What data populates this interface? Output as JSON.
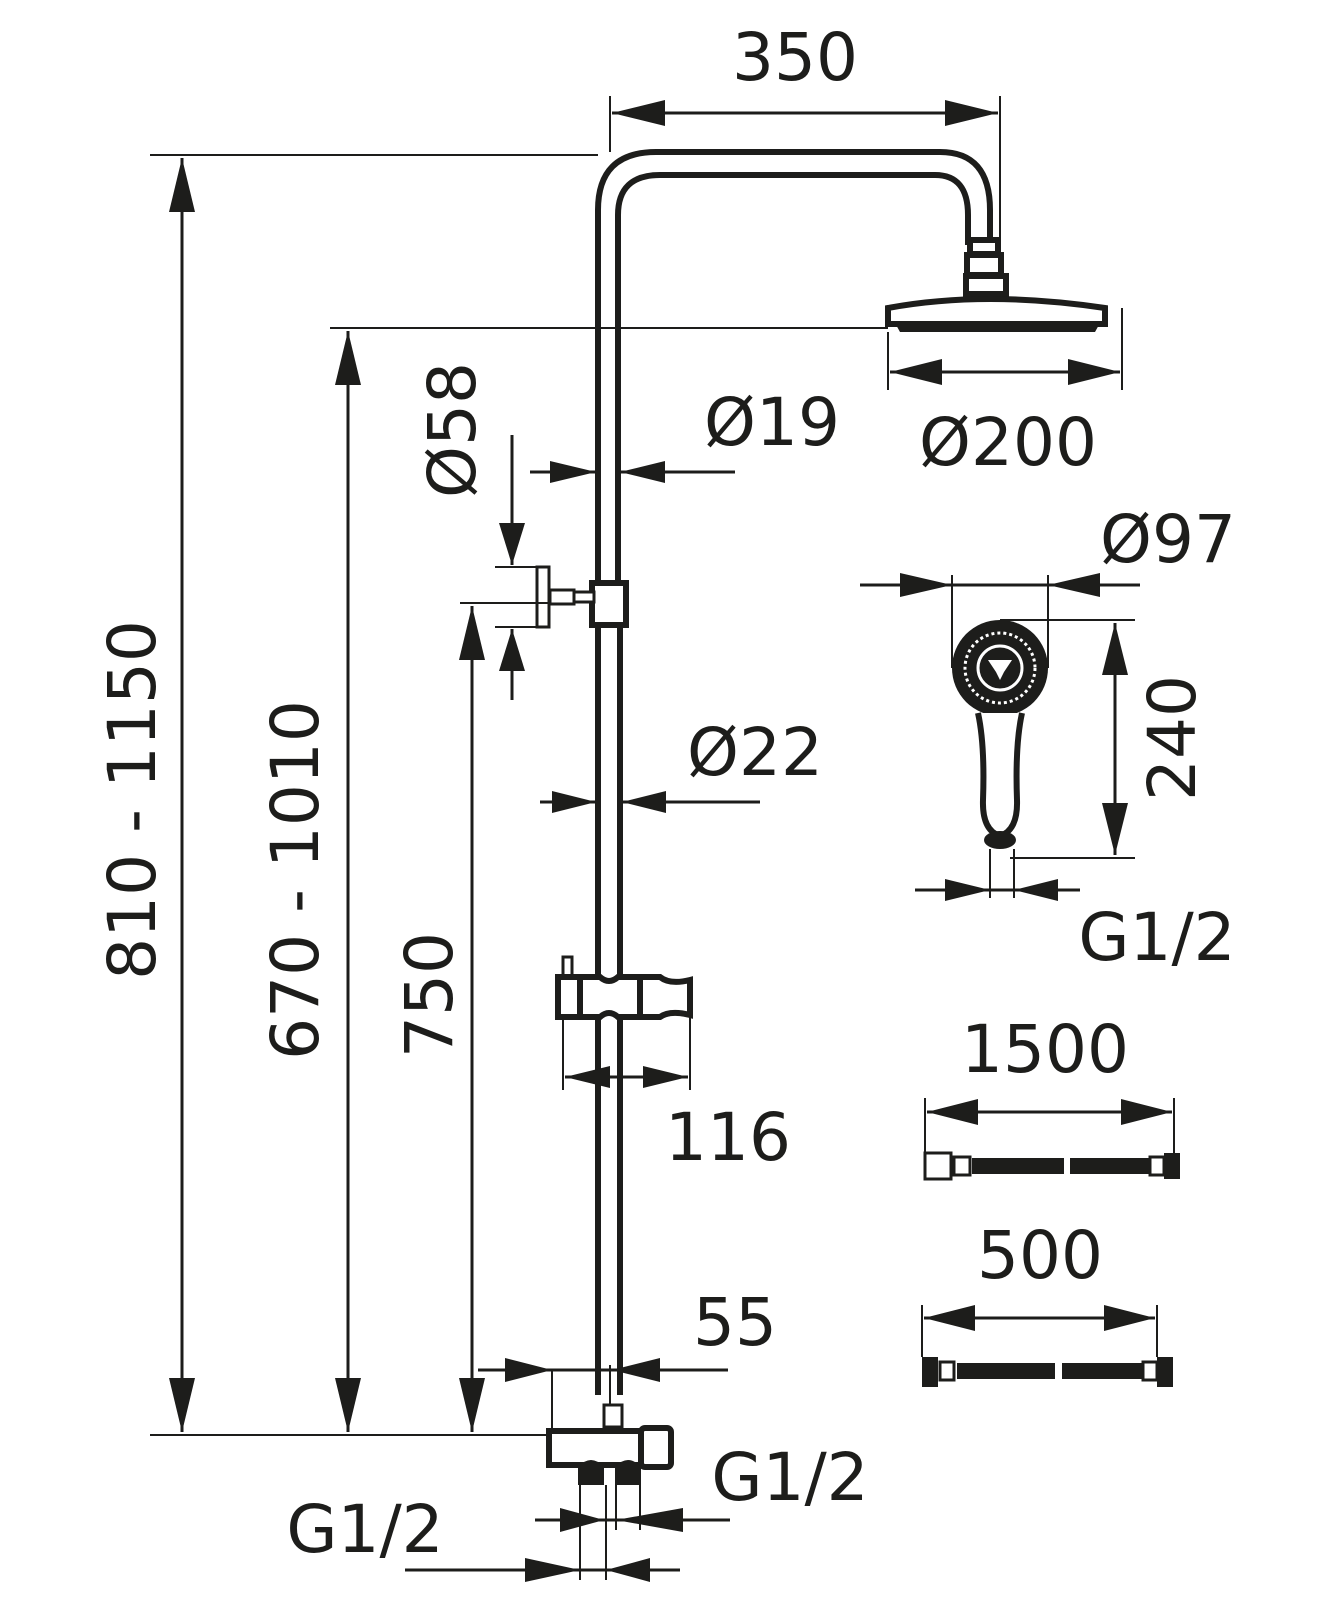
{
  "drawing": {
    "title": "Shower column technical drawing",
    "stroke_color": "#1d1d1b",
    "background": "#ffffff",
    "unit": "mm"
  },
  "dimensions": {
    "arm_length": "350",
    "total_height": "810 - 1150",
    "head_height": "670 - 1010",
    "wall_bracket_dia": "Ø58",
    "upper_pipe_dia": "Ø19",
    "rain_head_dia": "Ø200",
    "hand_shower_dia": "Ø97",
    "hand_shower_length": "240",
    "hand_shower_thread": "G1/2",
    "lower_pipe_dia": "Ø22",
    "slide_height": "750",
    "holder_width": "116",
    "hose_long_length": "1500",
    "hose_short_length": "500",
    "mixer_offset": "55",
    "outlet_thread": "G1/2",
    "inlet_thread": "G1/2"
  },
  "components": [
    {
      "name": "rain-shower-head"
    },
    {
      "name": "shower-arm"
    },
    {
      "name": "upper-riser-pipe"
    },
    {
      "name": "wall-bracket"
    },
    {
      "name": "lower-riser-pipe"
    },
    {
      "name": "slider-holder"
    },
    {
      "name": "diverter-mixer"
    },
    {
      "name": "hand-shower"
    },
    {
      "name": "hose-1500"
    },
    {
      "name": "hose-500"
    }
  ]
}
